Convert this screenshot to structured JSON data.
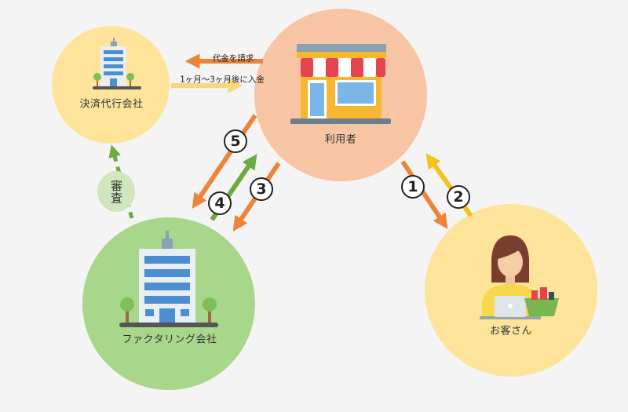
{
  "nodes": {
    "payment_agency": "決済代行会社",
    "user": "利用者",
    "factoring_company": "ファクタリング会社",
    "customer": "お客さん"
  },
  "flows": {
    "request_payment": "代金を請求",
    "deposit": "1ヶ月〜3ヶ月後に入金",
    "review": "審査"
  },
  "steps": [
    "1",
    "2",
    "3",
    "4",
    "5"
  ],
  "colors": {
    "payment_agency_circle": "#fde49a",
    "user_circle": "#f7c4a4",
    "factoring_circle": "#a8d68a",
    "customer_circle": "#fde49a",
    "orange_arrow": "#ee8438",
    "yellow_arrow": "#f3c21d",
    "green_arrow": "#6daa3f",
    "light_yellow_arrow": "#fbd77c"
  }
}
